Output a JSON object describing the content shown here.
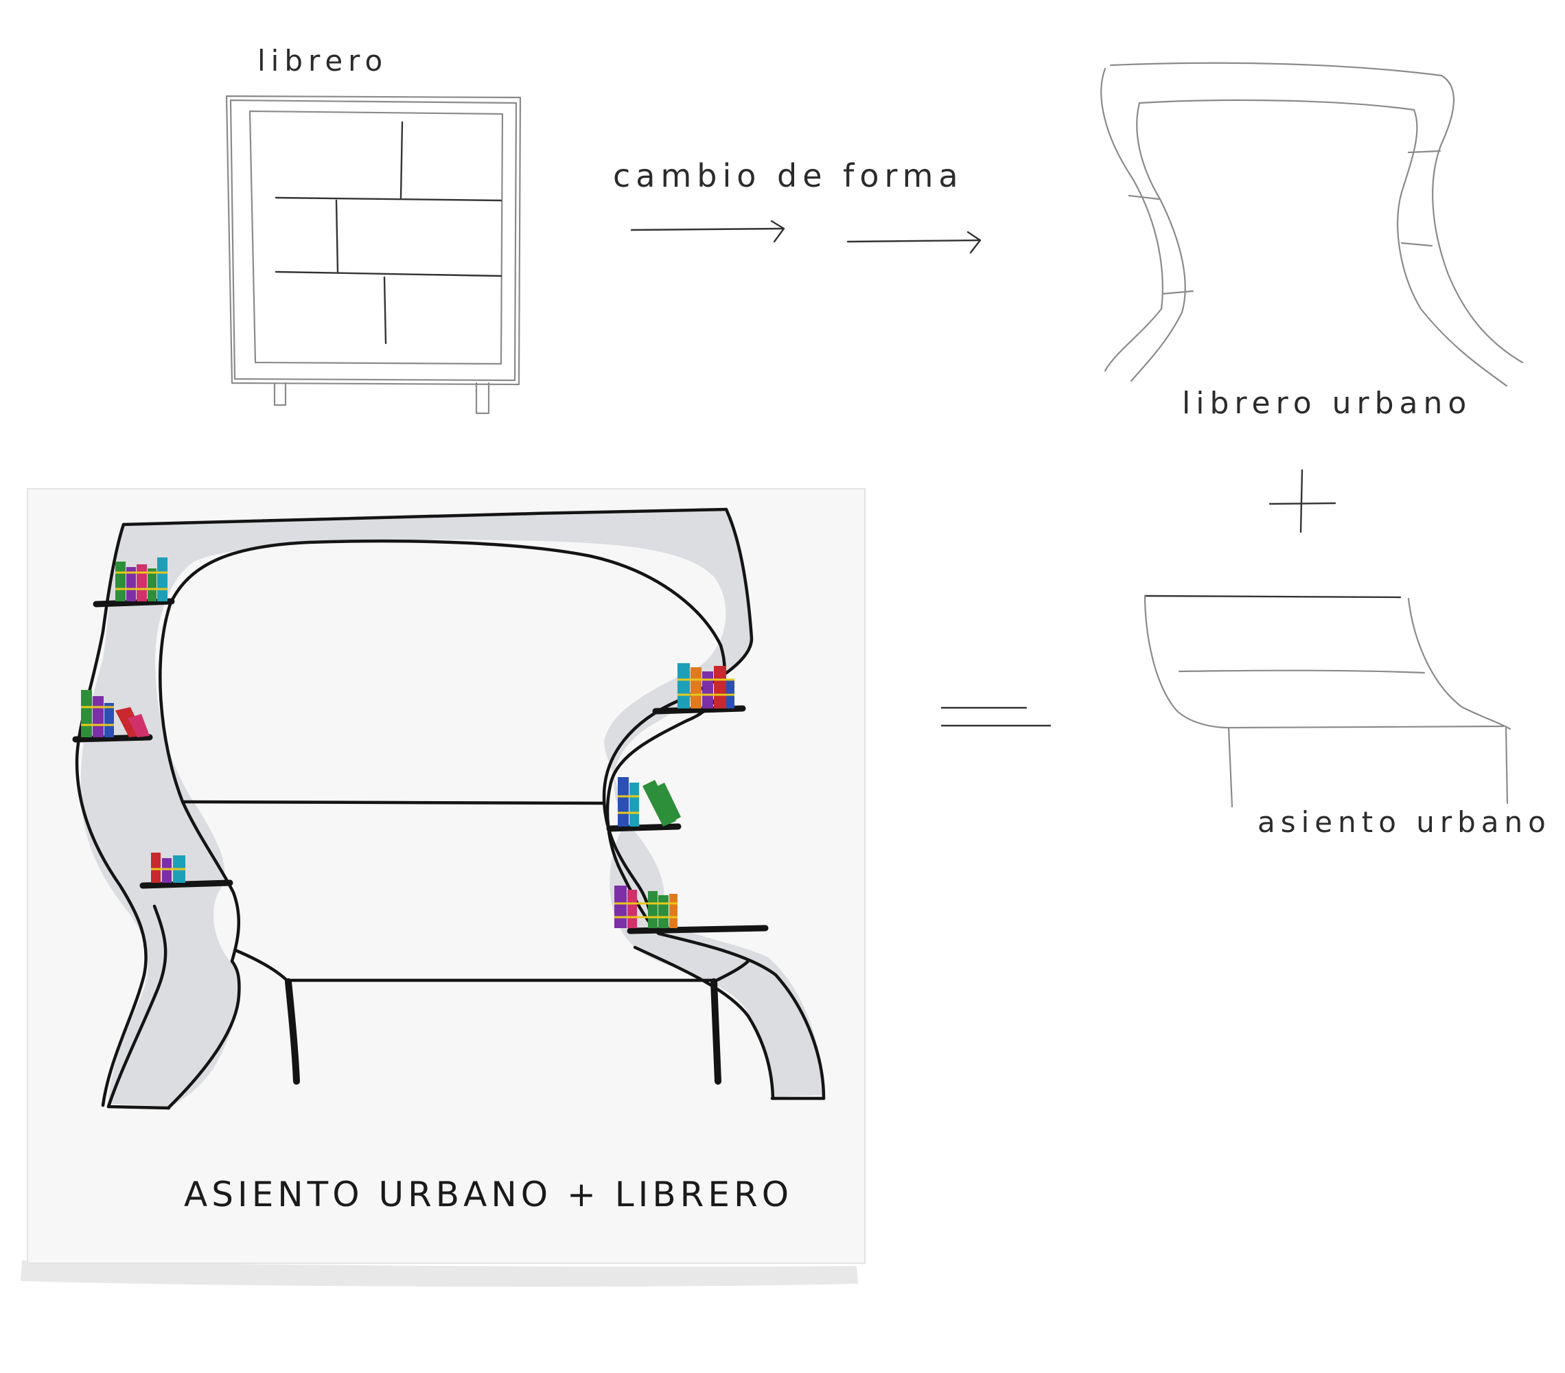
{
  "labels": {
    "bookshelf": "librero",
    "shape_change": "cambio de forma",
    "urban_bookshelf": "librero urbano",
    "plus": "+",
    "equals": "=",
    "urban_seat": "asiento urbano",
    "result": "ASIENTO URBANO + LIBRERO"
  },
  "colors": {
    "ink": "#141414",
    "pencil": "#8a8a8a",
    "shading": "#dcdde0",
    "card": "#f7f7f8",
    "books": [
      "#1e9fb8",
      "#7d2fa8",
      "#d0316a",
      "#2e8f3a",
      "#e07a1e",
      "#2a4fb5",
      "#c8282e",
      "#e8c81e"
    ]
  }
}
